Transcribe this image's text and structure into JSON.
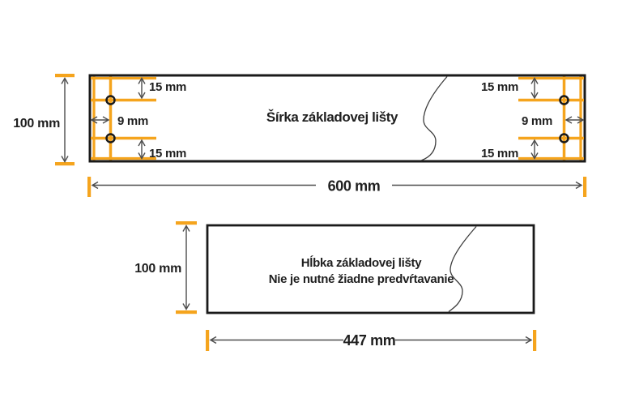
{
  "colors": {
    "accent_orange": "#F5A41D",
    "dimension_gray": "#4D4D4D",
    "outline_black": "#1A1A1A"
  },
  "top_view": {
    "title": "Šírka základovej lišty",
    "height_label": "100 mm",
    "width_label": "600 mm",
    "left": {
      "top_hole_offset": "15 mm",
      "side_hole_offset": "9 mm",
      "bottom_hole_offset": "15 mm"
    },
    "right": {
      "top_hole_offset": "15 mm",
      "side_hole_offset": "9 mm",
      "bottom_hole_offset": "15 mm"
    }
  },
  "bottom_view": {
    "title_line1": "Hĺbka základovej lišty",
    "title_line2": "Nie je nutné žiadne predvŕtavanie",
    "height_label": "100 mm",
    "width_label": "447 mm"
  }
}
